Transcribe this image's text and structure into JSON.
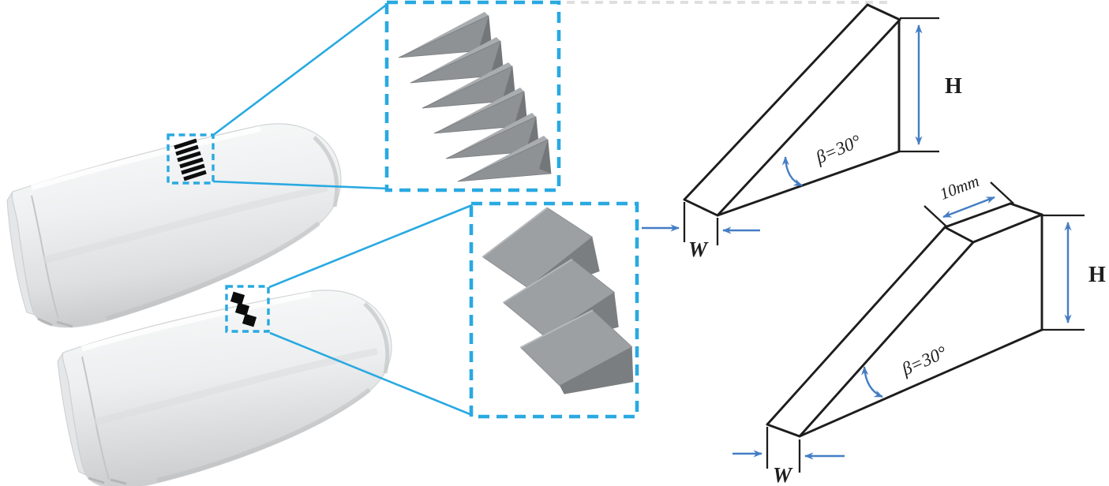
{
  "figure": {
    "colors": {
      "callout_cyan": "#29a9e1",
      "dimension_blue": "#447dc4",
      "line_black": "#1d1d1d",
      "wedge_gray": "#8f9295",
      "train_light": "#f2f3f4",
      "train_shade": "#c9cbcd"
    },
    "insets": {
      "top": {
        "wedge_count": 6
      },
      "bottom": {
        "wedge_count": 3
      }
    },
    "patches": {
      "top_mark_count": 6,
      "bottom_mark_count": 3
    },
    "diagrams": {
      "sharp": {
        "height_label": "H",
        "width_label": "W",
        "angle_label": "β=30°"
      },
      "truncated": {
        "height_label": "H",
        "width_label": "W",
        "angle_label": "β=30°",
        "top_length_label": "10mm"
      }
    }
  }
}
